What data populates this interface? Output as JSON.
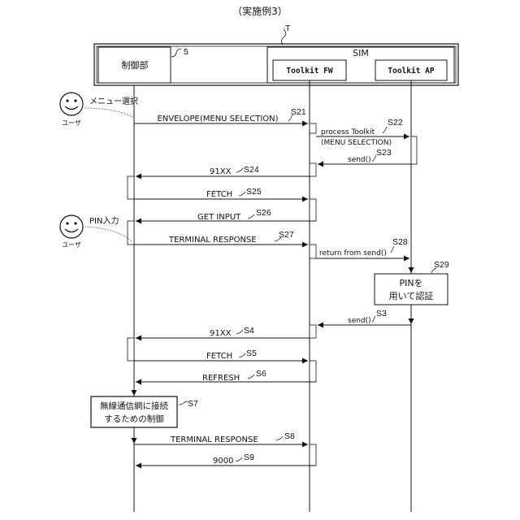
{
  "title": "（実施例3）",
  "ref_terminal": "T",
  "ref_control": "5",
  "participants": {
    "control": "制御部",
    "sim": "SIM",
    "toolkit_fw": "Toolkit FW",
    "toolkit_ap": "Toolkit AP"
  },
  "users": [
    {
      "label": "ユーザ",
      "action": "メニュー選択"
    },
    {
      "label": "ユーザ",
      "action": "PIN入力"
    }
  ],
  "messages": [
    {
      "id": "S21",
      "text": "ENVELOPE(MENU SELECTION)",
      "from": "control",
      "to": "fw"
    },
    {
      "id": "S22",
      "text": "process Toolkit",
      "text2": "(MENU SELECTION)",
      "from": "fw",
      "to": "ap"
    },
    {
      "id": "S23",
      "text": "send()",
      "from": "ap",
      "to": "fw"
    },
    {
      "id": "S24",
      "text": "91XX",
      "from": "fw",
      "to": "control"
    },
    {
      "id": "S25",
      "text": "FETCH",
      "from": "control",
      "to": "fw"
    },
    {
      "id": "S26",
      "text": "GET INPUT",
      "from": "fw",
      "to": "control"
    },
    {
      "id": "S27",
      "text": "TERMINAL RESPONSE",
      "from": "control",
      "to": "fw"
    },
    {
      "id": "S28",
      "text": "return from send()",
      "from": "fw",
      "to": "ap"
    },
    {
      "id": "S3",
      "text": "send()",
      "from": "ap",
      "to": "fw"
    },
    {
      "id": "S4",
      "text": "91XX",
      "from": "fw",
      "to": "control"
    },
    {
      "id": "S5",
      "text": "FETCH",
      "from": "control",
      "to": "fw"
    },
    {
      "id": "S6",
      "text": "REFRESH",
      "from": "fw",
      "to": "control"
    },
    {
      "id": "S8",
      "text": "TERMINAL RESPONSE",
      "from": "control",
      "to": "fw"
    },
    {
      "id": "S9",
      "text": "9000",
      "from": "fw",
      "to": "control"
    }
  ],
  "processes": [
    {
      "id": "S29",
      "lines": [
        "PINを",
        "用いて認証"
      ]
    },
    {
      "id": "S7",
      "lines": [
        "無線通信網に接続",
        "するための制御"
      ]
    }
  ]
}
